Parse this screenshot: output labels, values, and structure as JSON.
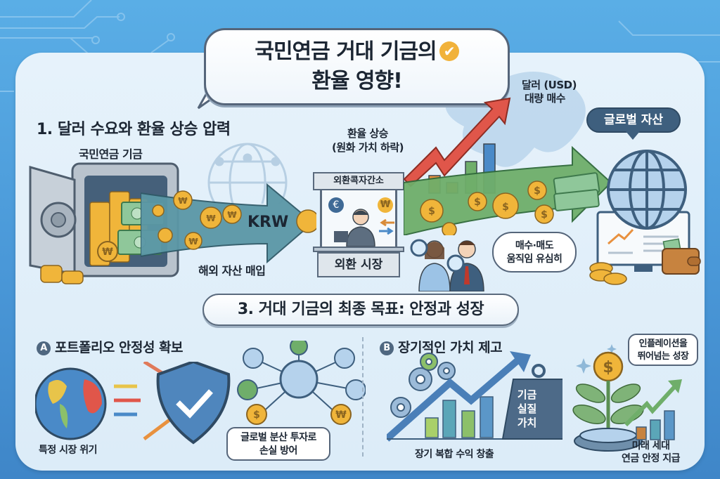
{
  "title": {
    "line1": "국민연금 거대 기금의",
    "line2": "환율 영향!",
    "check_icon": "✔"
  },
  "section1": {
    "heading": "1. 달러 수요와 환율 상승 압력",
    "fund_label": "국민연금 기금",
    "flow_label": "KRW",
    "overseas_purchase": "해외 자산 매입",
    "exchange_booth": {
      "sign": "외환콕자간소",
      "base": "외환 시장",
      "euro_symbol": "€",
      "won_symbol": "₩"
    },
    "rate_rise": {
      "line1": "환율 상승",
      "line2": "(원화 가치 하락)"
    },
    "usd_purchase": {
      "line1": "달러 (USD)",
      "line2": "대량 매수"
    },
    "global_assets": "글로벌 자산",
    "observer_bubble": {
      "line1": "매수·매도",
      "line2": "움직임 유심히"
    }
  },
  "section3": {
    "heading": "3. 거대 기금의 최종 목표: 안정과 성장"
  },
  "partA": {
    "badge": "A",
    "heading": "포트폴리오 안정성 확보",
    "crisis_label": "특정 시장 위기",
    "diversify_bubble": {
      "line1": "글로벌 분산 투자로",
      "line2": "손실 방어"
    }
  },
  "partB": {
    "badge": "B",
    "heading": "장기적인 가치 제고",
    "weight_label": {
      "line1": "기금",
      "line2": "실질",
      "line3": "가치"
    },
    "compound_label": "장기 복합 수익 창출",
    "inflation_bubble": {
      "line1": "인플레이션을",
      "line2": "뛰어넘는 성장"
    },
    "future_label": {
      "line1": "미래 세대",
      "line2": "연금 안정 지급"
    }
  },
  "colors": {
    "background": "#4a98d8",
    "panel": "#e3f0fa",
    "dark_text": "#1c2633",
    "coin_gold": "#f0b53a",
    "arrow_teal": "#5b97a6",
    "arrow_green": "#6fae6a",
    "trend_red": "#e0564a",
    "pill_dark": "#3e5f7e"
  }
}
